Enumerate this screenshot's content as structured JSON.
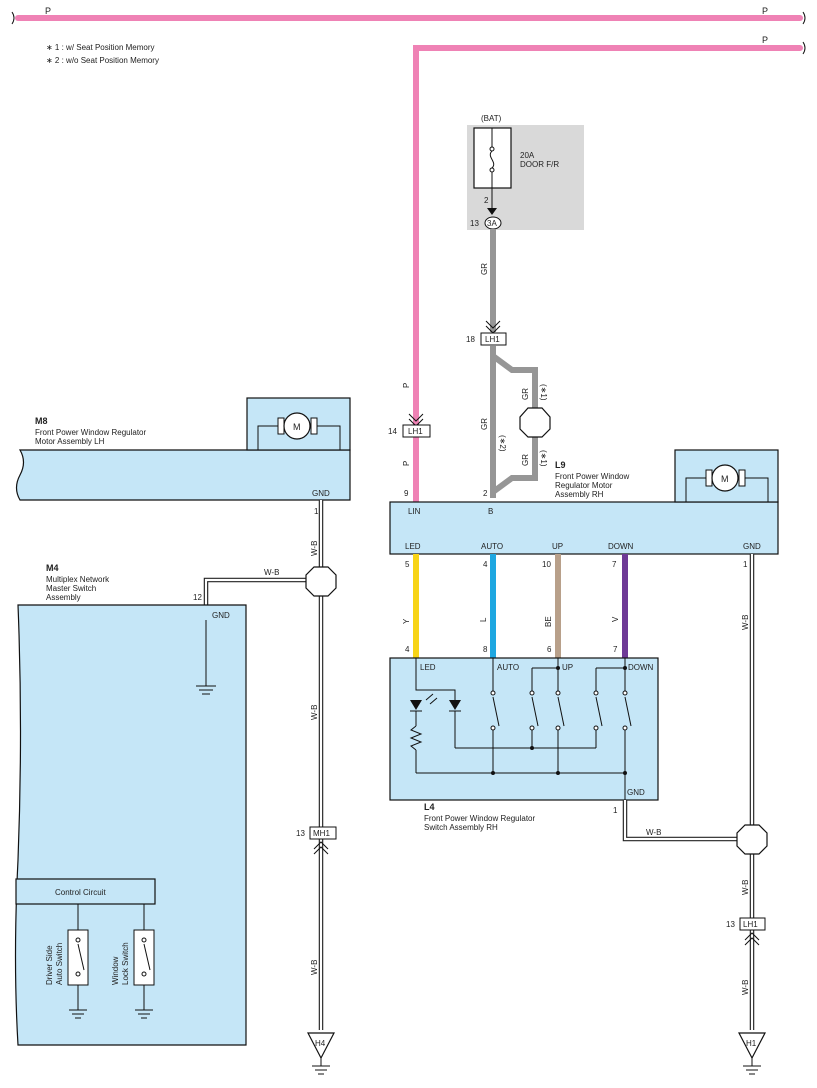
{
  "notes": {
    "note1": "∗ 1 : w/ Seat Position Memory",
    "note2": "∗ 2 : w/o Seat Position Memory"
  },
  "wire_colors": {
    "P": "#ef82b5",
    "GR": "#969696",
    "Y": "#f7d417",
    "L": "#1ea7e1",
    "BE": "#b8a08a",
    "V": "#6e3a96",
    "W-B": "#222222"
  },
  "power": {
    "top_wire_label_left": "P",
    "top_wire_label_right": "P",
    "second_wire_label": "P"
  },
  "fuse": {
    "source": "(BAT)",
    "rating": "20A",
    "name": "DOOR F/R",
    "pin": "2",
    "junction_pin": "13",
    "junction": "3A"
  },
  "wires": {
    "gr_main": "GR",
    "gr_star2": "GR",
    "star2": "(∗2)",
    "gr_upper_star1": "GR",
    "star1_upper": "(∗1)",
    "gr_lower_star1": "GR",
    "star1_lower": "(∗1)",
    "p_upper": "P",
    "p_lower": "P",
    "y": "Y",
    "l": "L",
    "be": "BE",
    "v": "V",
    "wb_m4": "W-B",
    "wb_m8_upper": "W-B",
    "wb_m8_lower": "W-B",
    "wb_m8_bottom": "W-B",
    "wb_l4": "W-B",
    "wb_l9": "W-B",
    "wb_h1_upper": "W-B",
    "wb_h1_lower": "W-B"
  },
  "connectors": {
    "lh1_top": {
      "pin": "18",
      "name": "LH1"
    },
    "lh1_pink": {
      "pin": "14",
      "name": "LH1"
    },
    "mh1": {
      "pin": "13",
      "name": "MH1"
    },
    "lh1_bottom": {
      "pin": "13",
      "name": "LH1"
    }
  },
  "components": {
    "m8": {
      "code": "M8",
      "line1": "Front Power Window Regulator",
      "line2": "Motor Assembly LH",
      "motor": "M",
      "gnd": "GND",
      "gnd_pin": "1"
    },
    "l9": {
      "code": "L9",
      "line1": "Front Power Window",
      "line2": "Regulator Motor",
      "line3": "Assembly RH",
      "motor": "M",
      "lin_pin": "9",
      "lin": "LIN",
      "b_pin": "2",
      "b": "B",
      "led": "LED",
      "led_pin": "5",
      "auto": "AUTO",
      "auto_pin": "4",
      "up": "UP",
      "up_pin": "10",
      "down": "DOWN",
      "down_pin": "7",
      "gnd": "GND",
      "gnd_pin": "1"
    },
    "m4": {
      "code": "M4",
      "line1": "Multiplex Network",
      "line2": "Master Switch",
      "line3": "Assembly",
      "gnd_pin": "12",
      "gnd": "GND",
      "control": "Control Circuit",
      "sw1a": "Driver Side",
      "sw1b": "Auto Switch",
      "sw2a": "Window",
      "sw2b": "Lock Switch"
    },
    "l4": {
      "code": "L4",
      "line1": "Front Power Window Regulator",
      "line2": "Switch Assembly RH",
      "led": "LED",
      "led_pin": "4",
      "auto": "AUTO",
      "auto_pin": "8",
      "up": "UP",
      "up_pin": "6",
      "down": "DOWN",
      "down_pin": "7",
      "gnd": "GND",
      "gnd_pin": "1"
    }
  },
  "grounds": {
    "h4": "H4",
    "h1": "H1"
  }
}
